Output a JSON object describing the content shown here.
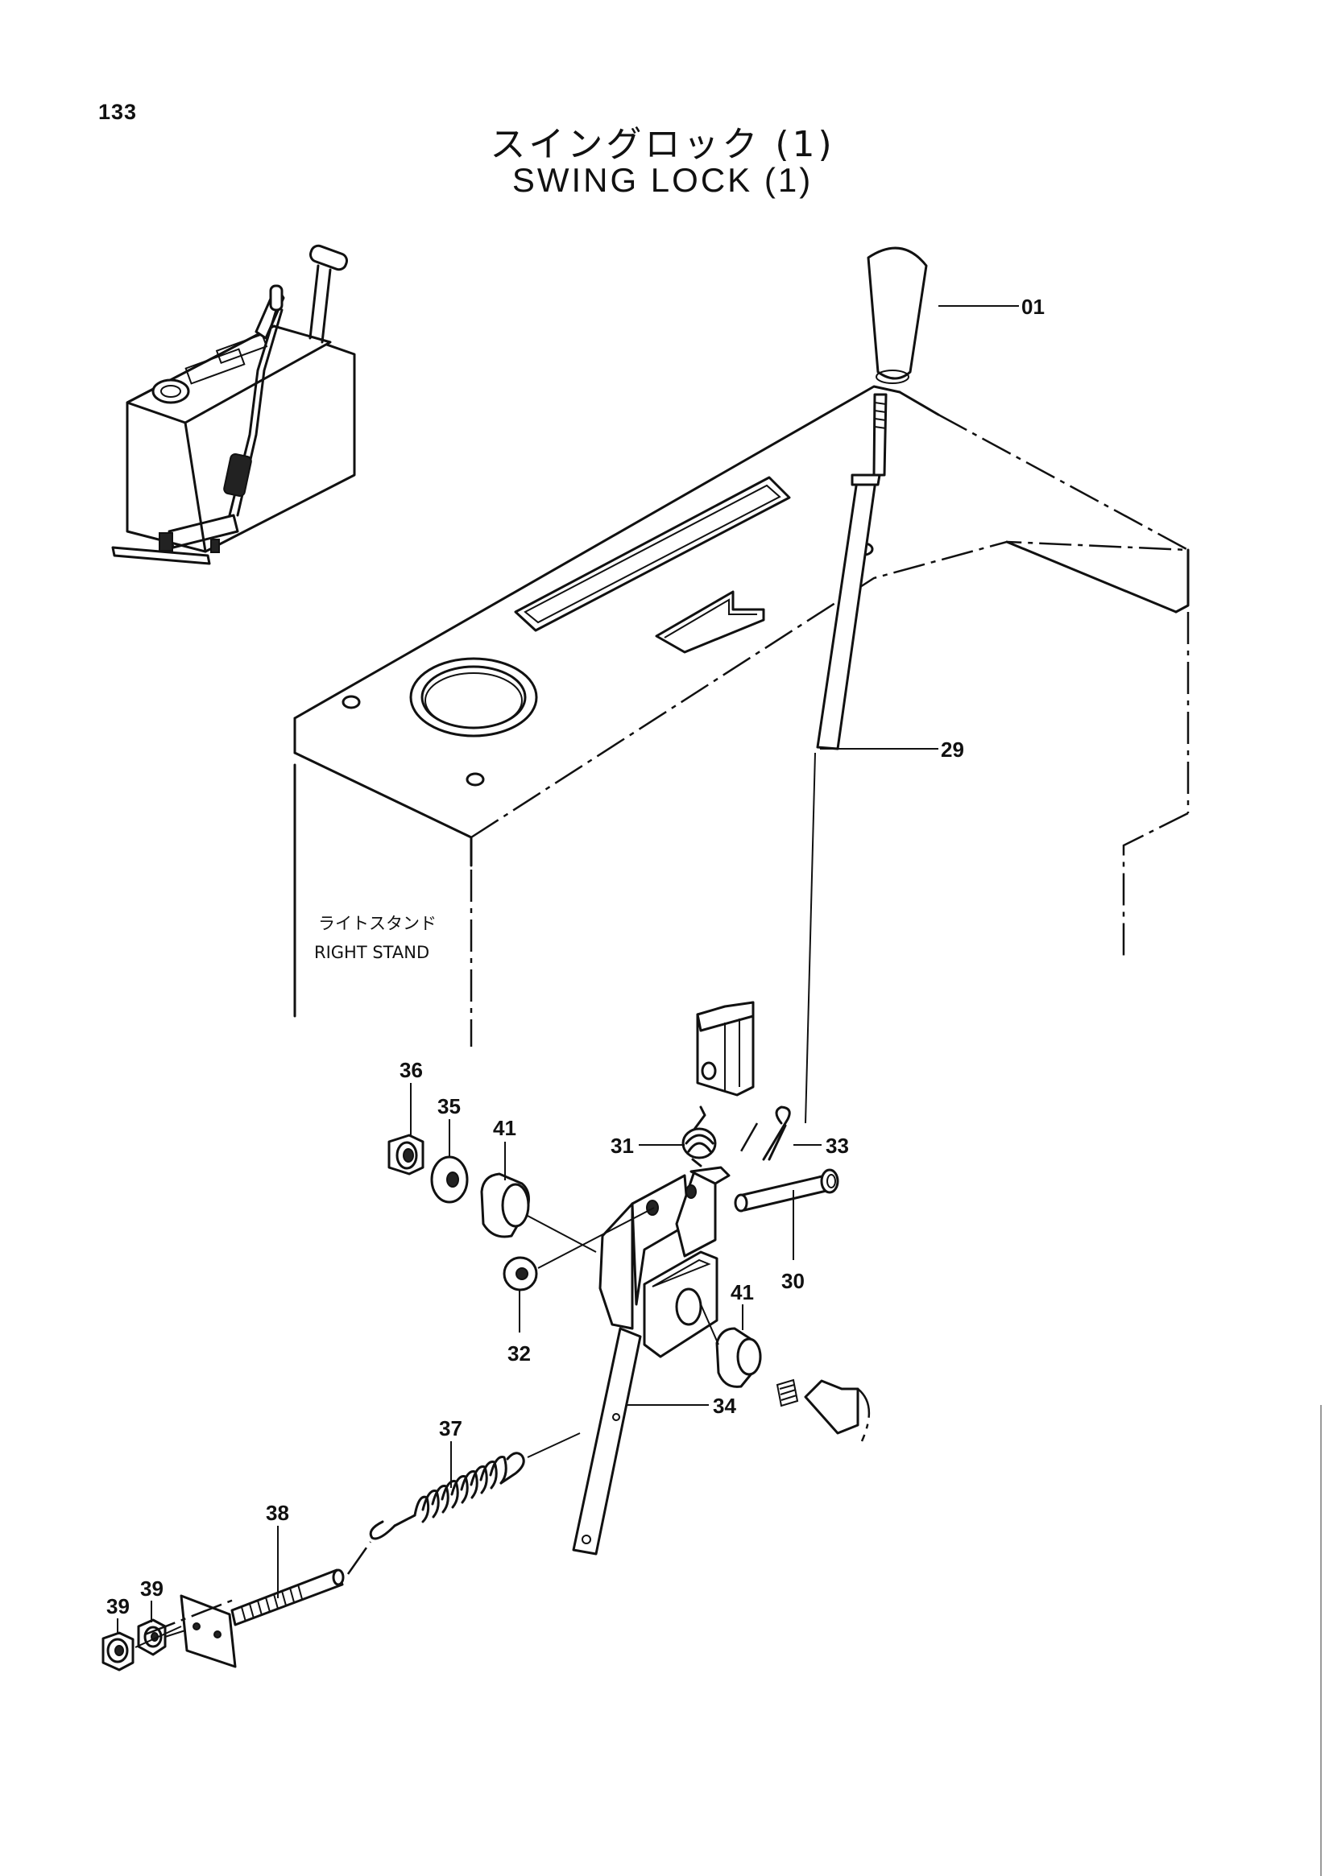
{
  "page_number": "133",
  "title_jp": "スイングロック (1)",
  "title_en": "SWING LOCK (1)",
  "stand_label_jp": "ライトスタンド",
  "stand_label_en": "RIGHT STAND",
  "callouts": {
    "p01": "01",
    "p29": "29",
    "p36": "36",
    "p35": "35",
    "p41a": "41",
    "p31": "31",
    "p33": "33",
    "p30": "30",
    "p32": "32",
    "p41b": "41",
    "p34": "34",
    "p37": "37",
    "p38": "38",
    "p39a": "39",
    "p39b": "39"
  }
}
